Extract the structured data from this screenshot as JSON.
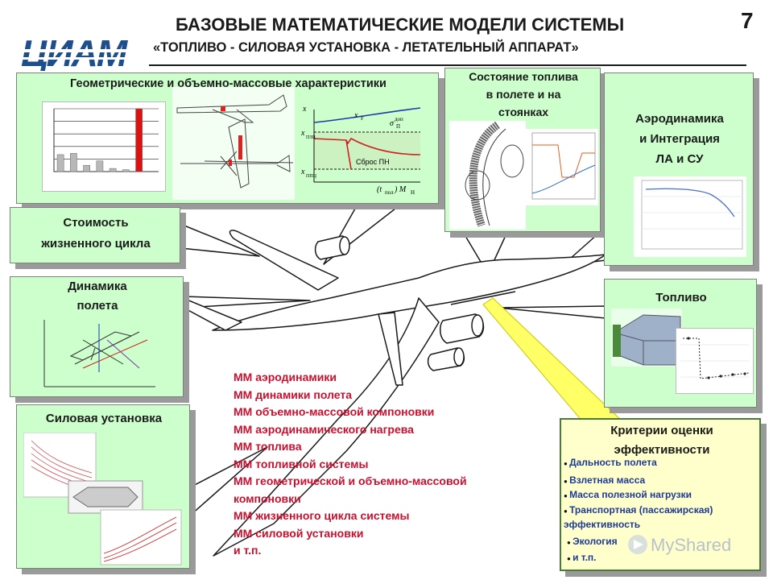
{
  "slide": {
    "title_line1": "БАЗОВЫЕ МАТЕМАТИЧЕСКИЕ МОДЕЛИ СИСТЕМЫ",
    "title_line2": "«ТОПЛИВО - СИЛОВАЯ УСТАНОВКА - ЛЕТАТЕЛЬНЫЙ АППАРАТ»",
    "page_number": "7",
    "logo_text": "ЦИАМ"
  },
  "boxes": {
    "geometry": "Геометрические и объемно-массовые характеристики",
    "fuel_state_1": "Состояние топлива",
    "fuel_state_2": "в полете и на",
    "fuel_state_3": "стоянках",
    "aero_1": "Аэродинамика",
    "aero_2": "и Интеграция",
    "aero_3": "ЛА и СУ",
    "cost_1": "Стоимость",
    "cost_2": "жизненного цикла",
    "dyn_1": "Динамика",
    "dyn_2": "полета",
    "fuel": "Топливо",
    "power": "Силовая установка",
    "crit_1": "Критерии оценки",
    "crit_2": "эффективности"
  },
  "graph_labels": {
    "x_bar": "x",
    "x_f": "x",
    "x_f_sub": "F",
    "sigma": "σ",
    "sigma_sub": "П",
    "dop": "доп",
    "x_pzc": "x",
    "x_pzc_sub": "ПЗЦ",
    "x_ppc": "x",
    "x_ppc_sub": "ППЦ",
    "sbros": "Сброс ПН",
    "axis": "(t",
    "axis_sub": "пол",
    "axis_m": ") M",
    "axis_m_sub": "H"
  },
  "mm_list": [
    "ММ аэродинамики",
    "ММ динамики полета",
    "ММ объемно-массовой компоновки",
    "ММ аэродинамического нагрева",
    "ММ топлива",
    "ММ топливной системы",
    "ММ геометрической и объемно-массовой",
    "компоновки",
    "ММ жизненного цикла системы",
    "ММ силовой установки",
    "и т.п."
  ],
  "criteria": [
    "Дальность полета",
    "Взлетная масса",
    "Масса полезной нагрузки",
    "Транспортная (пассажирская)",
    "эффективность",
    "Экология",
    "и т.п."
  ],
  "watermark": "MyShared",
  "chart_data": {
    "type": "bar",
    "categories": [
      "",
      "",
      "",
      "",
      "",
      "",
      "",
      ""
    ],
    "values": [
      0.27,
      0.29,
      0.1,
      0.17,
      0.05,
      0.03,
      1.0,
      0
    ],
    "title": "",
    "xlabel": "",
    "ylabel": "",
    "ylim": [
      0,
      1.0
    ],
    "colors": [
      "#b8b8b8",
      "#b8b8b8",
      "#b8b8b8",
      "#b8b8b8",
      "#b8b8b8",
      "#b8b8b8",
      "#dd1111",
      "#b8b8b8"
    ]
  },
  "colors": {
    "box_green": "#ccffcc",
    "box_yellow": "#ffffcc",
    "mm_red": "#c8102e",
    "criteria_blue": "#1f3a93",
    "logo_blue": "#1f4e8c"
  }
}
